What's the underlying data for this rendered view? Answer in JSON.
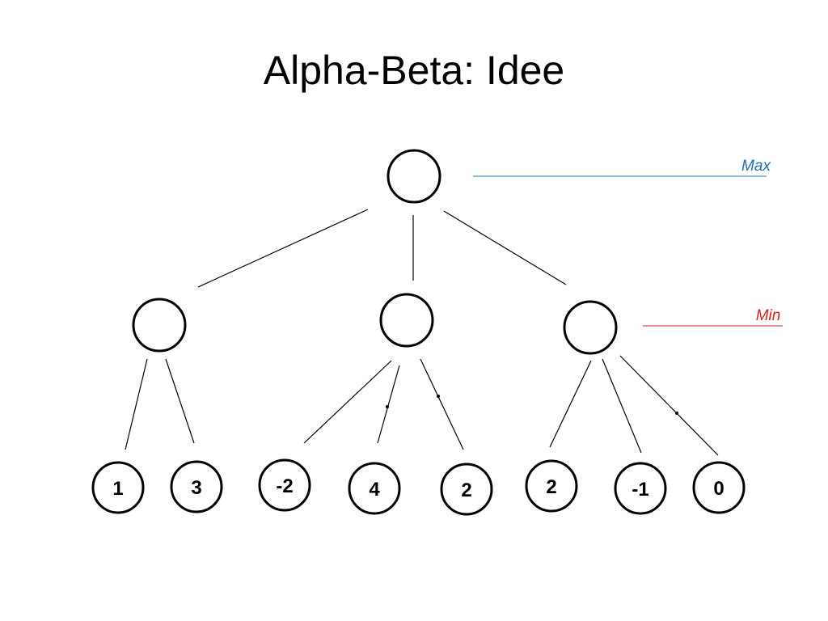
{
  "slide": {
    "title": "Alpha-Beta: Idee"
  },
  "levels": {
    "max": {
      "label": "Max",
      "color": "#1f6fb5"
    },
    "min": {
      "label": "Min",
      "color": "#d42020"
    }
  },
  "tree": {
    "root": {
      "type": "max",
      "children": [
        {
          "type": "min",
          "leaves": [
            "1",
            "3"
          ]
        },
        {
          "type": "min",
          "leaves": [
            "-2",
            "4",
            "2"
          ]
        },
        {
          "type": "min",
          "leaves": [
            "2",
            "-1",
            "0"
          ]
        }
      ]
    }
  }
}
